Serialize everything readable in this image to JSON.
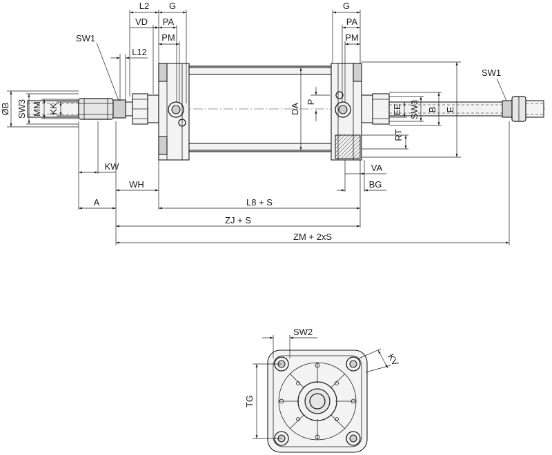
{
  "labels": {
    "L2": "L2",
    "G_left": "G",
    "VD": "VD",
    "PA_left": "PA",
    "PM_left": "PM",
    "SW1_left": "SW1",
    "L12": "L12",
    "G_right": "G",
    "PA_right": "PA",
    "PM_right": "PM",
    "SW1_right": "SW1",
    "OB": "ØB",
    "SW3_left": "SW3",
    "MM": "MM",
    "KK": "KK",
    "DA": "DA",
    "P": "P",
    "EE": "EE",
    "SW3_right": "SW3",
    "B": "B",
    "E": "E",
    "RT": "RT",
    "KW": "KW",
    "VA": "VA",
    "WH": "WH",
    "BG": "BG",
    "A": "A",
    "L8S": "L8 + S",
    "ZJS": "ZJ + S",
    "ZM2S": "ZM + 2xS",
    "SW2": "SW2",
    "KV": "KV",
    "TG": "TG"
  }
}
